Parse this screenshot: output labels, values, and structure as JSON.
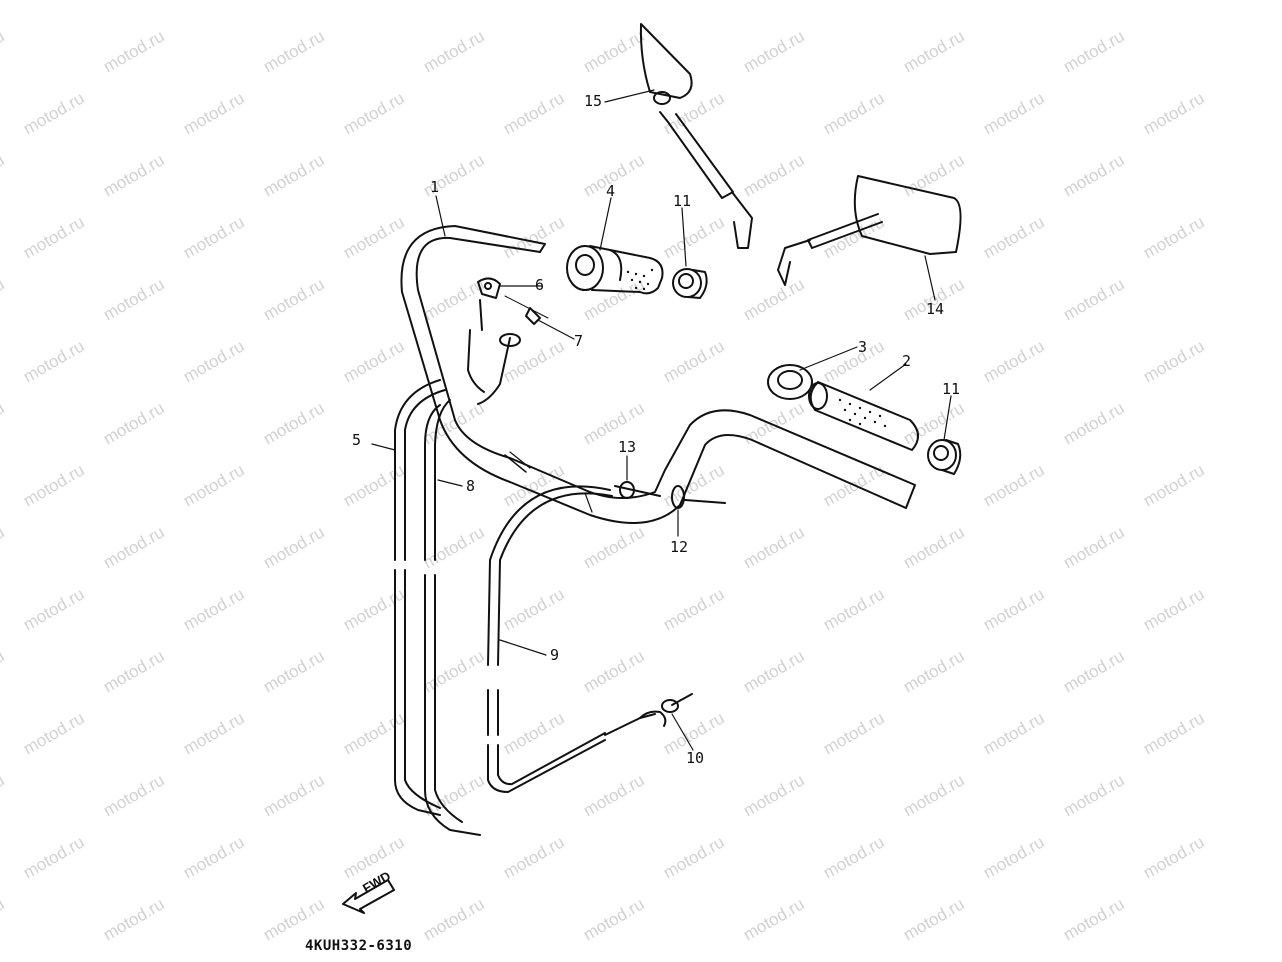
{
  "watermark": "motod.ru",
  "callouts": {
    "c1": "1",
    "c2": "2",
    "c3": "3",
    "c4": "4",
    "c5": "5",
    "c6": "6",
    "c7": "7",
    "c8": "8",
    "c9": "9",
    "c10": "10",
    "c11a": "11",
    "c11b": "11",
    "c12": "12",
    "c13": "13",
    "c14": "14",
    "c15": "15"
  },
  "fwd_label": "FWD",
  "part_code": "4KUH332-6310"
}
